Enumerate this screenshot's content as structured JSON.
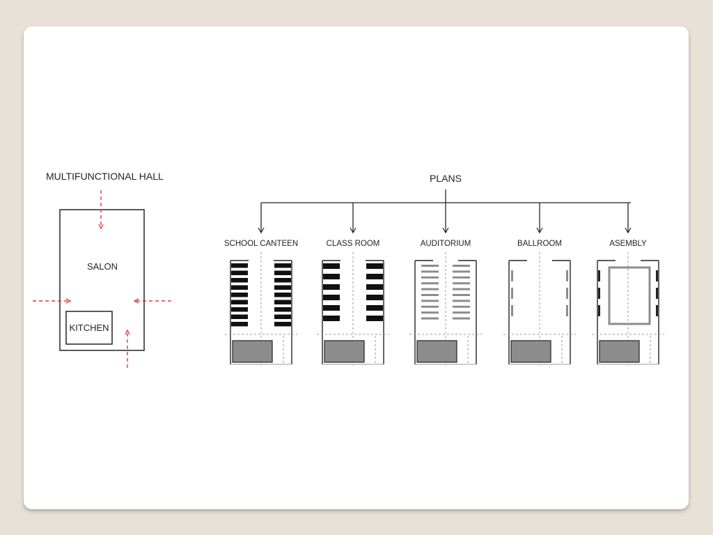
{
  "colors": {
    "background": "#e8e1d7",
    "card": "#ffffff",
    "line": "#222222",
    "arrow_red": "#d63a3a",
    "block_gray": "#8c8c8c",
    "guide_gray": "#9a9a9a"
  },
  "hall": {
    "title": "MULTIFUNCTIONAL HALL",
    "salon": "SALON",
    "kitchen": "KITCHEN"
  },
  "plans": {
    "title": "PLANS",
    "items": [
      {
        "label": "SCHOOL CANTEEN",
        "layout": "canteen"
      },
      {
        "label": "CLASS ROOM",
        "layout": "classroom"
      },
      {
        "label": "AUDITORIUM",
        "layout": "auditorium"
      },
      {
        "label": "BALLROOM",
        "layout": "ballroom"
      },
      {
        "label": "ASEMBLY",
        "layout": "assembly"
      }
    ]
  }
}
